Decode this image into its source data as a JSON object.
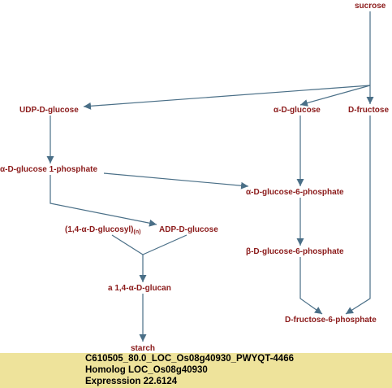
{
  "nodes": {
    "sucrose": "sucrose",
    "udp_glucose": "UDP-D-glucose",
    "alpha_glucose": "α-D-glucose",
    "fructose": "D-fructose",
    "alpha_glucose_1p": "α-D-glucose 1-phosphate",
    "alpha_glucose_6p": "α-D-glucose-6-phosphate",
    "glucosyl_n_main": "(1,4-α-D-glucosyl)",
    "glucosyl_n_sub": "(n)",
    "adp_glucose": "ADP-D-glucose",
    "beta_glucose_6p": "β-D-glucose-6-phosphate",
    "glucan": "a 1,4-α-D-glucan",
    "fructose_6p": "D-fructose-6-phosphate",
    "starch": "starch"
  },
  "info": {
    "line1": "C610505_80.0_LOC_Os08g40930_PWYQT-4466",
    "line2": "Homolog LOC_Os08g40930",
    "line3": "Expresssion 22.6124"
  },
  "colors": {
    "node_text": "#8b1a1a",
    "edge": "#4a6f87",
    "info_bg": "#eee39b"
  }
}
